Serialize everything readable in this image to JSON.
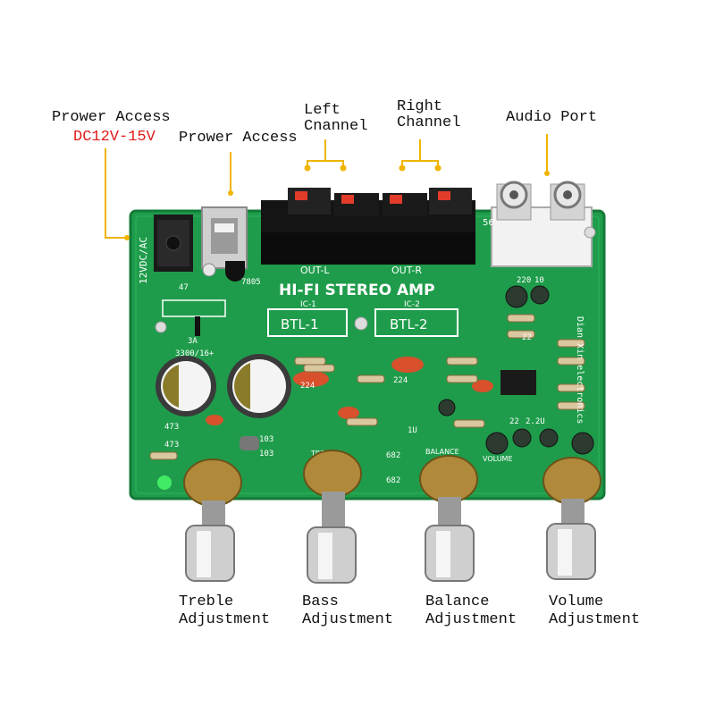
{
  "callouts": {
    "power_access_dc": {
      "title": "Prower Access",
      "spec": "DC12V-15V"
    },
    "power_access_usb": {
      "title": "Prower Access"
    },
    "left_channel": {
      "line1": "Left",
      "line2": "Cnannel"
    },
    "right_channel": {
      "line1": "Right",
      "line2": "Channel"
    },
    "audio_port": {
      "title": "Audio Port"
    },
    "treble": {
      "line1": "Treble",
      "line2": "Adjustment"
    },
    "bass": {
      "line1": "Bass",
      "line2": "Adjustment"
    },
    "balance": {
      "line1": "Balance",
      "line2": "Adjustment"
    },
    "volume": {
      "line1": "Volume",
      "line2": "Adjustment"
    }
  },
  "board": {
    "title": "HI-FI STEREO AMP",
    "input_label": "12VDC/AC",
    "out_left": "OUT-L",
    "out_right": "OUT-R",
    "ic1": "IC-1",
    "ic2": "IC-2",
    "btl1": "BTL-1",
    "btl2": "BTL-2",
    "regulator": "7805",
    "fuse": "3A",
    "cap_main": "3300/16+",
    "maker": "Dian Xin electronics",
    "pot_treble": "TREBLE",
    "pot_balance": "BALANCE",
    "pot_volume": "VOLUME",
    "codes": [
      "47",
      "3A",
      "224",
      "224",
      "682",
      "682",
      "103",
      "473",
      "473",
      "103",
      "220",
      "10",
      "22",
      "22",
      "2.2U",
      "1U",
      "56"
    ]
  },
  "colors": {
    "callout_line": "#f0b400",
    "spec_text": "#e01b1b",
    "pcb": "#1c9a4a",
    "pcb_dark": "#137a38"
  }
}
